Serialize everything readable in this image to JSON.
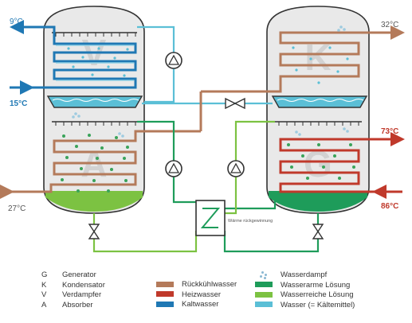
{
  "diagram": {
    "temperatures": {
      "left_top": "9°C",
      "left_mid": "15°C",
      "left_bottom": "27°C",
      "right_top": "32°C",
      "right_mid": "73°C",
      "right_bottom": "86°C"
    },
    "heat_exchanger_label": "Wärme rückgewinnung",
    "vessel_letters": {
      "v": "V",
      "a": "A",
      "k": "K",
      "g": "G"
    }
  },
  "legend": {
    "abbreviations": [
      {
        "key": "G",
        "label": "Generator"
      },
      {
        "key": "K",
        "label": "Kondensator"
      },
      {
        "key": "V",
        "label": "Verdampfer"
      },
      {
        "key": "A",
        "label": "Absorber"
      }
    ],
    "fluids": [
      {
        "label": "Rückkühlwasser",
        "color": "#b47a5a"
      },
      {
        "label": "Heizwasser",
        "color": "#c0392b"
      },
      {
        "label": "Kaltwasser",
        "color": "#1f78b4"
      }
    ],
    "states": [
      {
        "label": "Wasserdampf",
        "icon": "vapor-dots"
      },
      {
        "label": "Wasserarme Lösung",
        "color": "#1e9c5a"
      },
      {
        "label": "Wasserreiche Lösung",
        "color": "#7cc242"
      },
      {
        "label": "Wasser (= Kältemittel)",
        "color": "#5bbfd6"
      }
    ]
  },
  "colors": {
    "cooling_water": "#b47a5a",
    "heating_water": "#c0392b",
    "cold_water": "#1f78b4",
    "weak_solution": "#1e9c5a",
    "rich_solution": "#7cc242",
    "refrigerant": "#5bbfd6",
    "vessel_outline": "#333333",
    "vessel_fill": "#e8e8e8"
  }
}
